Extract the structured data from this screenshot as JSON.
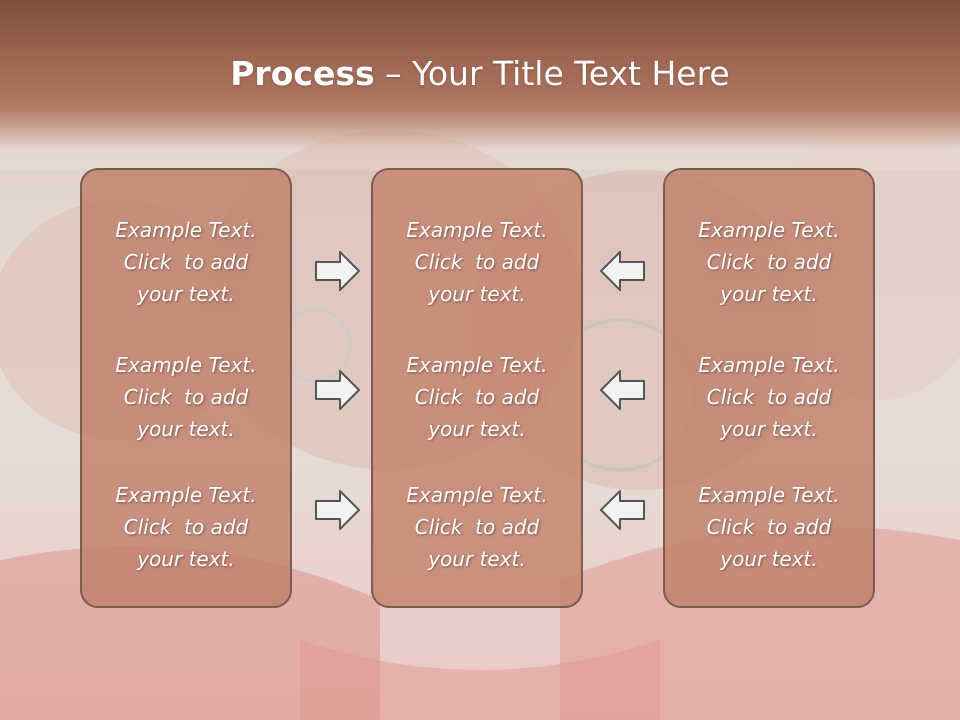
{
  "slide": {
    "title_bold": "Process",
    "title_rest": " – Your Title Text Here"
  },
  "colors": {
    "header": "#9a6450",
    "panel_fill": "#c0806a",
    "panel_border": "#7e5b50",
    "arrow_fill": "#f2f2f2",
    "arrow_stroke": "#555555"
  },
  "columns": [
    {
      "items": [
        {
          "line1": "Example Text.",
          "line2": "Click  to add",
          "line3": "your text."
        },
        {
          "line1": "Example Text.",
          "line2": "Click  to add",
          "line3": "your text."
        },
        {
          "line1": "Example Text.",
          "line2": "Click  to add",
          "line3": "your text."
        }
      ]
    },
    {
      "items": [
        {
          "line1": "Example Text.",
          "line2": "Click  to add",
          "line3": "your text."
        },
        {
          "line1": "Example Text.",
          "line2": "Click  to add",
          "line3": "your text."
        },
        {
          "line1": "Example Text.",
          "line2": "Click  to add",
          "line3": "your text."
        }
      ]
    },
    {
      "items": [
        {
          "line1": "Example Text.",
          "line2": "Click  to add",
          "line3": "your text."
        },
        {
          "line1": "Example Text.",
          "line2": "Click  to add",
          "line3": "your text."
        },
        {
          "line1": "Example Text.",
          "line2": "Click  to add",
          "line3": "your text."
        }
      ]
    }
  ],
  "arrows": {
    "left_group": "arrow-right-icon",
    "right_group": "arrow-left-icon"
  }
}
